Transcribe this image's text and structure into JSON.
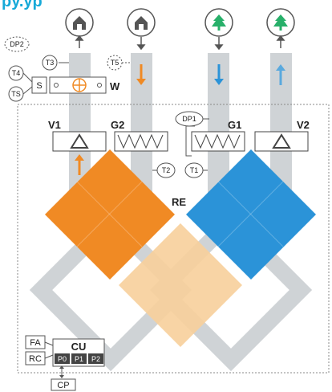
{
  "colors": {
    "accent_cyan": "#16a9d8",
    "duct_gray": "#cfd3d6",
    "orange": "#f08a24",
    "orange_light": "#f7cf9b",
    "blue": "#2b93d8",
    "green_tree": "#28b06a",
    "dark": "#333333"
  },
  "icons": {
    "house": "house-icon",
    "tree": "tree-icon"
  },
  "title_fragment": "py.yp",
  "labels": {
    "dp2": "DP2",
    "dp1": "DP1",
    "t3": "T3",
    "t4": "T4",
    "ts": "TS",
    "t5": "T5",
    "t2": "T2",
    "t1": "T1",
    "s": "S",
    "w": "W",
    "v1": "V1",
    "v2": "V2",
    "g1": "G1",
    "g2": "G2",
    "re": "RE",
    "fa": "FA",
    "rc": "RC",
    "cu": "CU",
    "p0": "P0",
    "p1": "P1",
    "p2": "P2",
    "cp": "CP"
  }
}
